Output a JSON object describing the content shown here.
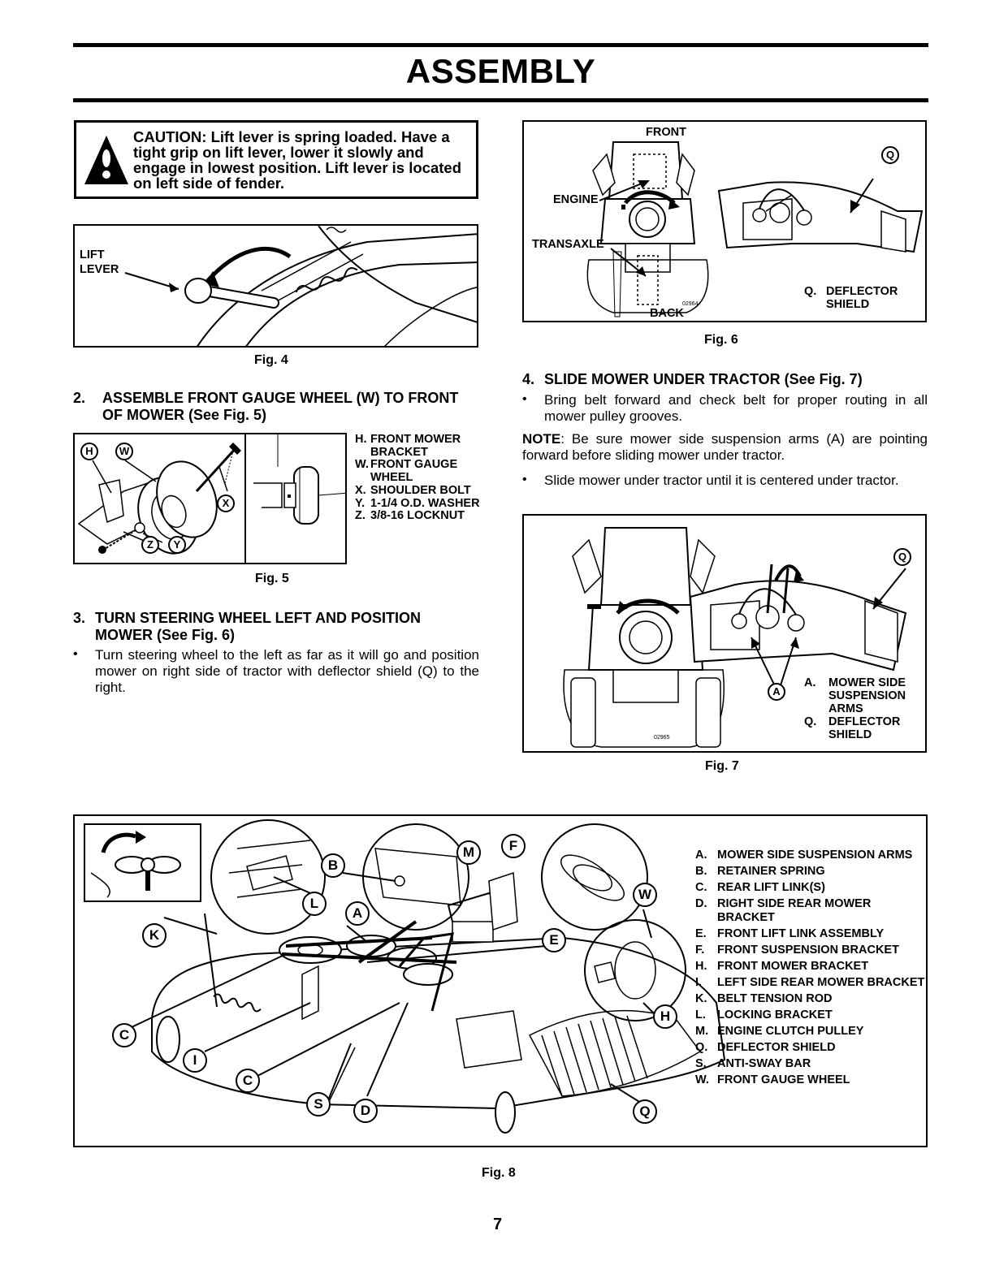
{
  "page": {
    "title": "ASSEMBLY",
    "page_number": "7"
  },
  "caution": {
    "text": "CAUTION: Lift lever is spring loaded. Have a tight grip on lift lever, lower it slowly and engage in lowest position. Lift lever is located on left side of fender."
  },
  "fig4": {
    "caption": "Fig. 4",
    "callout_lift": "LIFT",
    "callout_lever": "LEVER"
  },
  "section2": {
    "number": "2.",
    "heading": "ASSEMBLE FRONT GAUGE WHEEL (W) TO FRONT OF MOWER (See Fig. 5)"
  },
  "fig5": {
    "caption": "Fig. 5",
    "legend": [
      {
        "key": "H.",
        "text": "FRONT MOWER BRACKET"
      },
      {
        "key": "W.",
        "text": "FRONT GAUGE WHEEL"
      },
      {
        "key": "X.",
        "text": "SHOULDER BOLT"
      },
      {
        "key": "Y.",
        "text": "1-1/4 O.D. WASHER"
      },
      {
        "key": "Z.",
        "text": "3/8-16 LOCKNUT"
      }
    ],
    "labels": {
      "h": "H",
      "w": "W",
      "x": "X",
      "z": "Z",
      "y": "Y"
    }
  },
  "section3": {
    "number": "3.",
    "heading": "TURN STEERING WHEEL LEFT AND POSITION MOWER (See Fig. 6)",
    "bullet": "Turn steering wheel to the left as far as it will go and position mower on right side of tractor with deflector shield (Q) to the right."
  },
  "fig6": {
    "caption": "Fig. 6",
    "front": "FRONT",
    "engine": "ENGINE",
    "transaxle": "TRANSAXLE",
    "back": "BACK",
    "q_label": "Q",
    "legend_key": "Q.",
    "legend_line1": "DEFLECTOR",
    "legend_line2": "SHIELD",
    "part_no": "02964"
  },
  "section4": {
    "number": "4.",
    "heading": "SLIDE MOWER UNDER TRACTOR (See Fig. 7)",
    "bullet1": "Bring belt forward and check belt for proper routing in all mower pulley grooves.",
    "note_label": "NOTE",
    "note_text": ": Be sure mower side suspension arms (A) are pointing forward before sliding mower under tractor.",
    "bullet2": "Slide mower under tractor until it is centered under tractor."
  },
  "fig7": {
    "caption": "Fig. 7",
    "a_label": "A",
    "q_label": "Q",
    "legend": [
      {
        "key": "A.",
        "text": "MOWER SIDE SUSPENSION ARMS"
      },
      {
        "key": "Q.",
        "text": "DEFLECTOR SHIELD"
      }
    ],
    "part_no": "02965"
  },
  "fig8": {
    "caption": "Fig. 8",
    "legend": [
      {
        "key": "A.",
        "text": "MOWER SIDE SUSPENSION ARMS"
      },
      {
        "key": "B.",
        "text": "RETAINER SPRING"
      },
      {
        "key": "C.",
        "text": "REAR LIFT LINK(S)"
      },
      {
        "key": "D.",
        "text": "RIGHT SIDE REAR MOWER BRACKET"
      },
      {
        "key": "E.",
        "text": "FRONT LIFT LINK ASSEMBLY"
      },
      {
        "key": "F.",
        "text": "FRONT SUSPENSION BRACKET"
      },
      {
        "key": "H.",
        "text": "FRONT MOWER BRACKET"
      },
      {
        "key": "I.",
        "text": "LEFT SIDE REAR MOWER BRACKET"
      },
      {
        "key": "K.",
        "text": "BELT TENSION ROD"
      },
      {
        "key": "L.",
        "text": "LOCKING BRACKET"
      },
      {
        "key": "M.",
        "text": "ENGINE CLUTCH PULLEY"
      },
      {
        "key": "Q.",
        "text": "DEFLECTOR SHIELD"
      },
      {
        "key": "S.",
        "text": "ANTI-SWAY BAR"
      },
      {
        "key": "W.",
        "text": "FRONT GAUGE WHEEL"
      }
    ],
    "labels": {
      "b": "B",
      "m": "M",
      "f": "F",
      "w": "W",
      "l": "L",
      "a": "A",
      "k": "K",
      "e": "E",
      "h": "H",
      "c1": "C",
      "i": "I",
      "c2": "C",
      "s": "S",
      "d": "D",
      "q": "Q"
    }
  }
}
